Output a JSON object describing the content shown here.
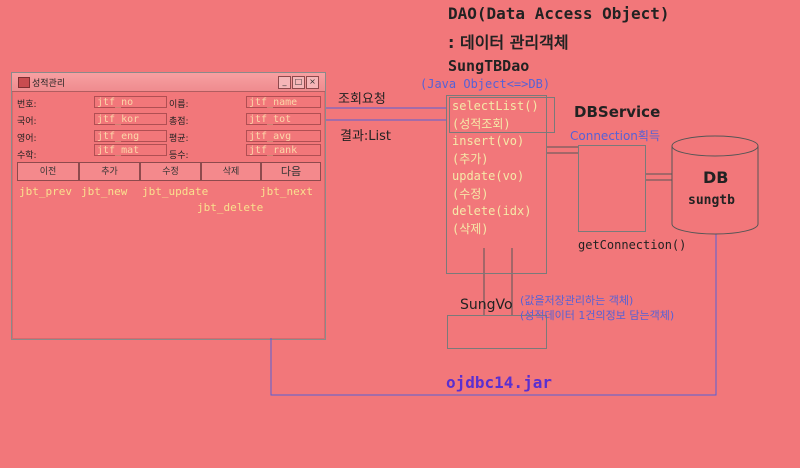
{
  "window": {
    "title": "성적관리",
    "min": "_",
    "max": "□",
    "close": "×",
    "fields_left": [
      {
        "label": "번호:",
        "value": "jtf_no"
      },
      {
        "label": "국어:",
        "value": "jtf_kor"
      },
      {
        "label": "영어:",
        "value": "jtf_eng"
      },
      {
        "label": "수학:",
        "value": "jtf_mat"
      }
    ],
    "fields_right": [
      {
        "label": "이름:",
        "value": "jtf_name"
      },
      {
        "label": "총점:",
        "value": "jtf_tot"
      },
      {
        "label": "평균:",
        "value": "jtf_avg"
      },
      {
        "label": "등수:",
        "value": "jtf_rank"
      }
    ],
    "buttons": [
      "이전",
      "추가",
      "수정",
      "삭제",
      "다음"
    ],
    "button_captions": {
      "prev": "jbt_prev",
      "new": "jbt_new",
      "update": "jbt_update",
      "next": "jbt_next",
      "delete": "jbt_delete"
    }
  },
  "heading": {
    "line1": "DAO(Data Access Object)",
    "line2": ": 데이터 관리객체"
  },
  "dao": {
    "name": "SungTBDao",
    "subtitle": "(Java Object<=>DB)",
    "methods": [
      "selectList()",
      "(성적조회)",
      "insert(vo)",
      "(추가)",
      "update(vo)",
      "(수정)",
      "delete(idx)",
      "(삭제)"
    ]
  },
  "arrows": {
    "request": "조회요청",
    "result": "결과:List"
  },
  "dbservice": {
    "name": "DBService",
    "subtitle": "Connection획득",
    "method": "getConnection()"
  },
  "db": {
    "name": "DB",
    "table": "sungtb"
  },
  "vo": {
    "name": "SungVo",
    "desc1": "(값을저장관리하는 객체)",
    "desc2": "(성적데이터 1건의정보 담는객체)"
  },
  "jar": "ojdbc14.jar",
  "colors": {
    "background": "#f2777a",
    "blue": "#5661d6",
    "purple": "#5a2fd0",
    "cream": "#f5e9a8"
  }
}
